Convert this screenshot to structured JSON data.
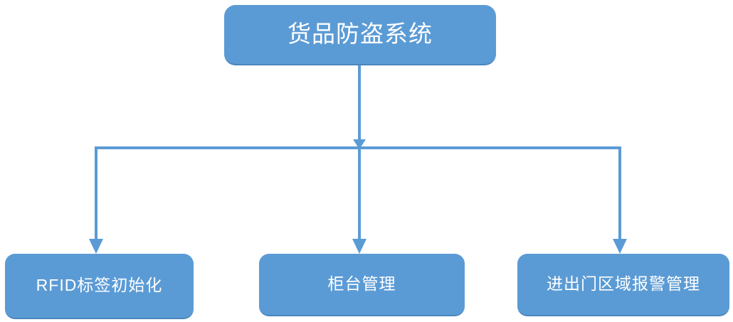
{
  "diagram": {
    "type": "org-chart",
    "title_text": "货品防盗系统",
    "orientation": "top-down",
    "colors": {
      "node_fill": "#5B9BD5",
      "node_text": "#FFFFFF",
      "connector": "#5B9BD5",
      "background": "#FFFFFF"
    },
    "root": {
      "label": "货品防盗系统"
    },
    "children": [
      {
        "label": "RFID标签初始化"
      },
      {
        "label": "柜台管理"
      },
      {
        "label": "进出门区域报警管理"
      }
    ],
    "connectors": [
      {
        "name": "root-to-bus",
        "from": "root",
        "to": "bus",
        "arrow": true
      },
      {
        "name": "bus-to-child-0",
        "from": "bus",
        "to": "RFID标签初始化",
        "arrow": true
      },
      {
        "name": "bus-to-child-1",
        "from": "bus",
        "to": "柜台管理",
        "arrow": true
      },
      {
        "name": "bus-to-child-2",
        "from": "bus",
        "to": "进出门区域报警管理",
        "arrow": true
      }
    ]
  }
}
